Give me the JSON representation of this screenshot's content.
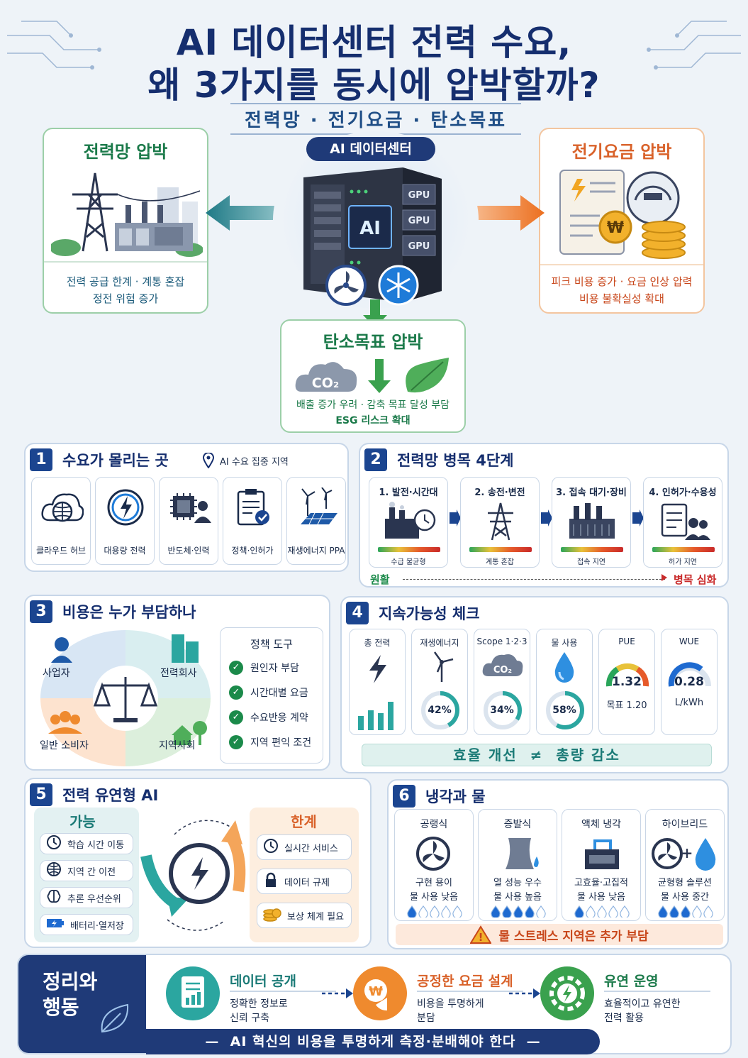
{
  "header": {
    "line1": "AI 데이터센터 전력 수요,",
    "line2": "왜 3가지를 동시에 압박할까?",
    "subtitle": "전력망 · 전기요금 · 탄소목표"
  },
  "center": {
    "label": "AI 데이터센터",
    "gpu": "GPU",
    "ai": "AI"
  },
  "grid": {
    "title": "전력망 압박",
    "desc1": "전력 공급 한계 · 계통 혼잡",
    "desc2": "정전 위험 증가"
  },
  "price": {
    "title": "전기요금 압박",
    "desc1": "피크 비용 증가 · 요금 인상 압력",
    "desc2": "비용 불확실성 확대",
    "won": "₩"
  },
  "carbon": {
    "title": "탄소목표 압박",
    "co2": "CO₂",
    "desc1": "배출 증가 우려 · 감축 목표 달성 부담",
    "desc2": "ESG 리스크 확대"
  },
  "s1": {
    "num": "1",
    "title": "수요가 몰리는 곳",
    "tag": "AI 수요 집중 지역",
    "items": [
      "클라우드 허브",
      "대용량 전력",
      "반도체·인력",
      "정책·인허가",
      "재생에너지 PPA"
    ]
  },
  "s2": {
    "num": "2",
    "title": "전력망 병목 4단계",
    "stages": [
      {
        "name": "1. 발전·시간대",
        "note": "수급 불균형"
      },
      {
        "name": "2. 송전·변전",
        "note": "계통 혼잡"
      },
      {
        "name": "3. 접속 대기·장비",
        "note": "접속 지연"
      },
      {
        "name": "4. 인허가·수용성",
        "note": "허가 지연"
      }
    ],
    "left": "원활",
    "right": "병목 심화"
  },
  "s3": {
    "num": "3",
    "title": "비용은 누가 부담하나",
    "parties": [
      "사업자",
      "전력회사",
      "일반 소비자",
      "지역사회"
    ],
    "tools_title": "정책 도구",
    "tools": [
      "원인자 부담",
      "시간대별 요금",
      "수요반응 계약",
      "지역 편익 조건"
    ]
  },
  "s4": {
    "num": "4",
    "title": "지속가능성 체크",
    "metrics": [
      {
        "name": "총 전력"
      },
      {
        "name": "재생에너지",
        "value": "42%",
        "pct": 42
      },
      {
        "name": "Scope 1·2·3",
        "value": "34%",
        "pct": 34
      },
      {
        "name": "물 사용",
        "value": "58%",
        "pct": 58
      },
      {
        "name": "PUE",
        "value": "1.32",
        "note": "목표 1.20"
      },
      {
        "name": "WUE",
        "value": "0.28",
        "note": "L/kWh"
      }
    ],
    "banner": "효율 개선  ≠  총량 감소"
  },
  "s5": {
    "num": "5",
    "title": "전력 유연형 AI",
    "can_title": "가능",
    "can": [
      "학습 시간 이동",
      "지역 간 이전",
      "추론 우선순위",
      "배터리·열저장"
    ],
    "limit_title": "한계",
    "limit": [
      "실시간 서비스",
      "데이터 규제",
      "보상 체계 필요"
    ]
  },
  "s6": {
    "num": "6",
    "title": "냉각과 물",
    "types": [
      {
        "name": "공랭식",
        "d1": "구현 용이",
        "d2": "물 사용 낮음",
        "drops": 1
      },
      {
        "name": "증발식",
        "d1": "열 성능 우수",
        "d2": "물 사용 높음",
        "drops": 4
      },
      {
        "name": "액체 냉각",
        "d1": "고효율·고집적",
        "d2": "물 사용 낮음",
        "drops": 1
      },
      {
        "name": "하이브리드",
        "d1": "균형형 솔루션",
        "d2": "물 사용 중간",
        "drops": 3
      }
    ],
    "warning": "물 스트레스 지역은 추가 부담"
  },
  "summary": {
    "title1": "정리와",
    "title2": "행동",
    "steps": [
      {
        "title": "데이터 공개",
        "d1": "정확한 정보로",
        "d2": "신뢰 구축"
      },
      {
        "title": "공정한 요금 설계",
        "d1": "비용을 투명하게",
        "d2": "분담"
      },
      {
        "title": "유연 운영",
        "d1": "효율적이고 유연한",
        "d2": "전력 활용"
      }
    ],
    "footer": "AI 혁신의 비용을 투명하게 측정·분배해야 한다"
  },
  "colors": {
    "navy": "#152e6e",
    "green": "#1b8a4a",
    "orange": "#e8772a",
    "teal": "#2ba6a0"
  }
}
